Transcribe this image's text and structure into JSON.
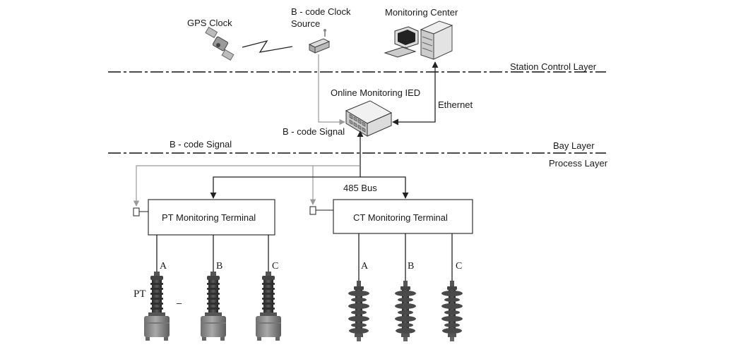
{
  "labels": {
    "gps_clock": "GPS Clock",
    "bcode_source_line1": "B - code Clock",
    "bcode_source_line2": "Source",
    "monitoring_center": "Monitoring Center",
    "station_control_layer": "Station Control Layer",
    "online_ied": "Online Monitoring IED",
    "ethernet": "Ethernet",
    "bcode_signal_ied": "B - code Signal",
    "bcode_signal_left": "B - code Signal",
    "bay_layer": "Bay Layer",
    "process_layer": "Process Layer",
    "bus_485": "485 Bus",
    "pt_terminal": "PT Monitoring Terminal",
    "ct_terminal": "CT Monitoring Terminal",
    "pt_label": "PT",
    "dash_mark": "–"
  },
  "phases": {
    "pt": [
      "A",
      "B",
      "C"
    ],
    "ct": [
      "A",
      "B",
      "C"
    ]
  },
  "colors": {
    "signal_line": "#9a9a9a",
    "bus_line": "#222222",
    "device_body": "#555555",
    "insulator": "#3a3a3a"
  },
  "icons": {
    "gps": "satellite-icon",
    "clock_source": "router-icon",
    "center": "computer-server-icon",
    "ied": "network-switch-icon",
    "pt_device": "potential-transformer-icon",
    "ct_device": "current-transformer-icon"
  }
}
